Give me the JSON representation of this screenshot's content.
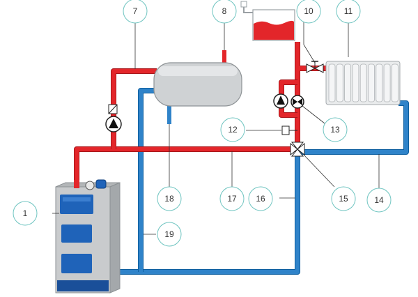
{
  "colors": {
    "supply": "#e3262a",
    "return": "#2f83c9",
    "tank": "#cfd2d4",
    "boiler_body": "#c9cbcd",
    "boiler_blue": "#1f63b9",
    "callout_ring": "#6ec4c0"
  },
  "callouts": {
    "c1": "1",
    "c7": "7",
    "c8": "8",
    "c10": "10",
    "c11": "11",
    "c12": "12",
    "c13": "13",
    "c14": "14",
    "c15": "15",
    "c16": "16",
    "c17": "17",
    "c18": "18",
    "c19": "19"
  },
  "icons": {
    "boiler": "solid-fuel-boiler",
    "tank": "buffer-tank",
    "expansion": "expansion-tank",
    "radiator": "radiator",
    "pump": "circulation-pump",
    "valve": "mixing-valve"
  }
}
